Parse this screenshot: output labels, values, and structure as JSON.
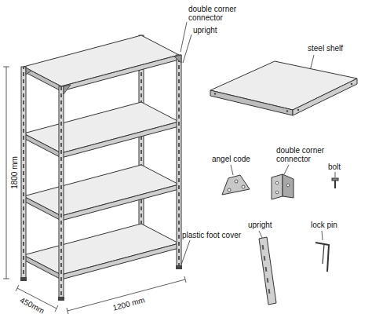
{
  "diagram": {
    "labels": [
      "double corner connector",
      "upright",
      "steel shelf",
      "angel code",
      "double corner connector",
      "bolt",
      "upright",
      "lock pin",
      "plastic foot cover",
      "1800 mm",
      "1200 mm",
      "450mm"
    ]
  }
}
